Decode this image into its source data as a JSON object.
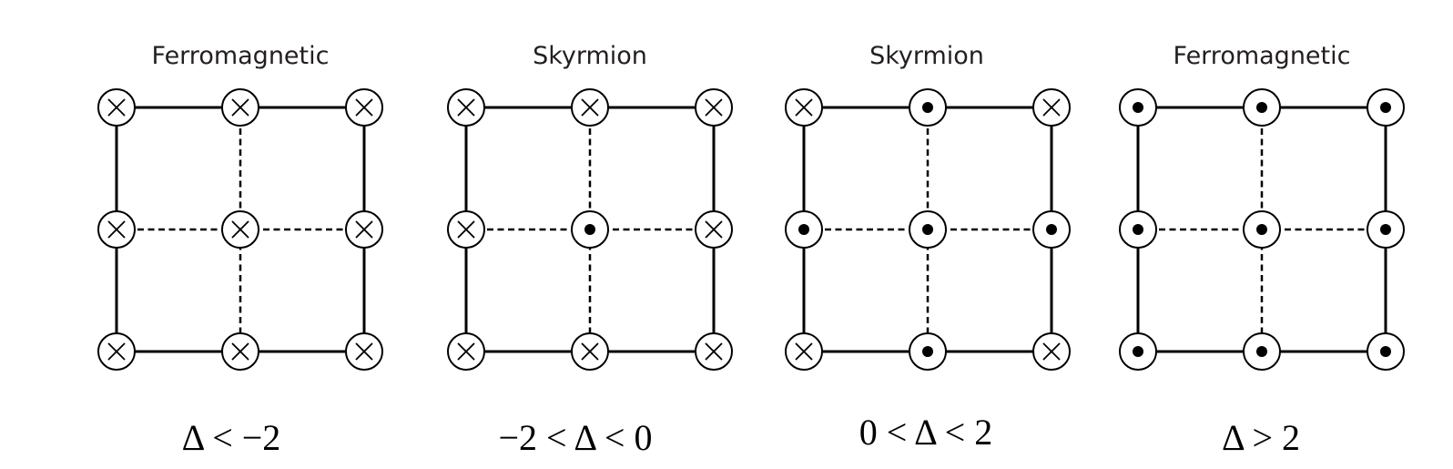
{
  "panels": [
    {
      "title": "Ferromagnetic",
      "condition": "Δ < −2",
      "spins": [
        [
          "in",
          "in",
          "in"
        ],
        [
          "in",
          "in",
          "in"
        ],
        [
          "in",
          "in",
          "in"
        ]
      ]
    },
    {
      "title": "Skyrmion",
      "condition": "−2 < Δ < 0",
      "spins": [
        [
          "in",
          "in",
          "in"
        ],
        [
          "in",
          "out",
          "in"
        ],
        [
          "in",
          "in",
          "in"
        ]
      ]
    },
    {
      "title": "Skyrmion",
      "condition": "0 < Δ < 2",
      "spins": [
        [
          "in",
          "out",
          "in"
        ],
        [
          "out",
          "out",
          "out"
        ],
        [
          "in",
          "out",
          "in"
        ]
      ]
    },
    {
      "title": "Ferromagnetic",
      "condition": "Δ > 2",
      "spins": [
        [
          "out",
          "out",
          "out"
        ],
        [
          "out",
          "out",
          "out"
        ],
        [
          "out",
          "out",
          "out"
        ]
      ]
    }
  ],
  "icons": {
    "in": "cross-circle-icon",
    "out": "dot-circle-icon"
  },
  "colors": {
    "stroke": "#000000",
    "title_text": "#231f20",
    "background": "#ffffff"
  }
}
